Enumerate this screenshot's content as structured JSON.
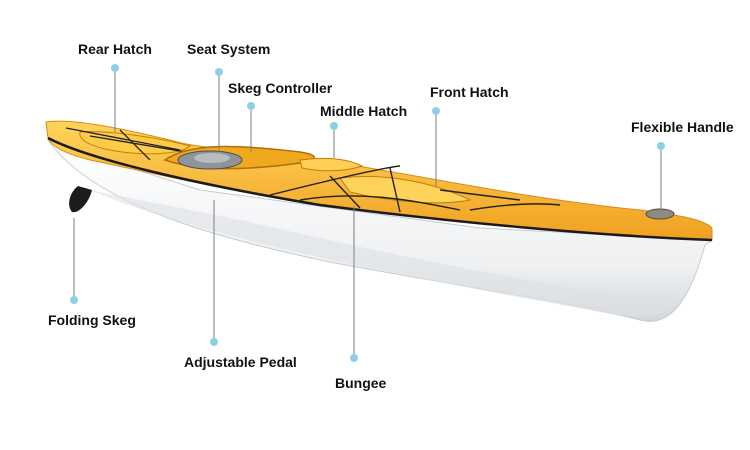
{
  "diagram": {
    "subject": "kayak",
    "colors": {
      "deck": "#f5a623",
      "deck_highlight": "#ffd45a",
      "hull": "#f1f3f5",
      "hull_shadow": "#cfd4d8",
      "trim": "#1b1b1b",
      "leader": "#7d7d7d",
      "dot": "#8ecfe8"
    },
    "labels": {
      "rear_hatch": "Rear Hatch",
      "seat_system": "Seat System",
      "skeg_controller": "Skeg Controller",
      "middle_hatch": "Middle Hatch",
      "front_hatch": "Front Hatch",
      "flexible_handle": "Flexible Handle",
      "folding_skeg": "Folding Skeg",
      "adjustable_pedal": "Adjustable Pedal",
      "bungee": "Bungee"
    }
  }
}
